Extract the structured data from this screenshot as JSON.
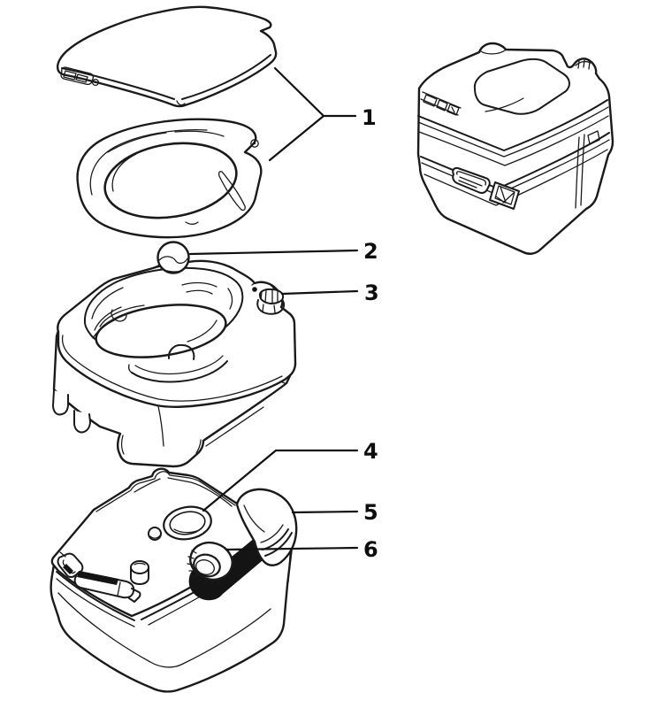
{
  "figure": {
    "kind": "exploded-parts-diagram",
    "subject": "portable toilet",
    "background_color": "#ffffff",
    "line_color": "#1a1a1a",
    "callouts": [
      {
        "number": "1",
        "part": "seat-and-lid-assembly"
      },
      {
        "number": "2",
        "part": "water-fill-cap"
      },
      {
        "number": "3",
        "part": "pump-cap"
      },
      {
        "number": "4",
        "part": "valve-opening"
      },
      {
        "number": "5",
        "part": "pour-out-spout"
      },
      {
        "number": "6",
        "part": "vent-cap"
      }
    ],
    "views": {
      "top_left": "lid-and-seat-exploded",
      "top_right": "assembled-toilet",
      "middle_left": "flush-water-tank",
      "bottom_left": "waste-holding-tank"
    }
  }
}
